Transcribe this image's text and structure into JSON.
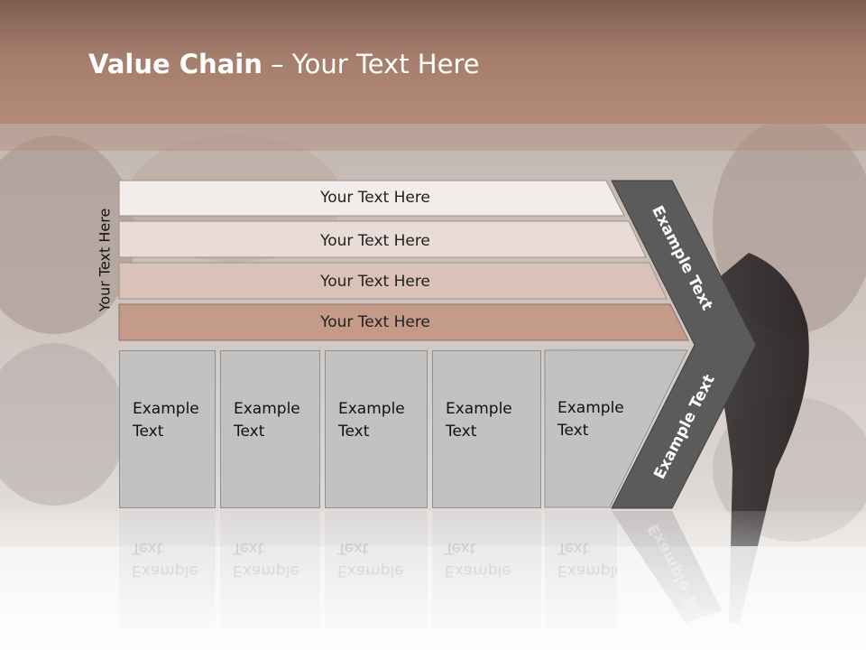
{
  "title": {
    "bold": "Value Chain",
    "rest": " – Your Text Here"
  },
  "side_label": "Your Text Here",
  "bars": [
    {
      "label": "Your Text Here"
    },
    {
      "label": "Your Text Here"
    },
    {
      "label": "Your Text Here"
    },
    {
      "label": "Your Text Here"
    }
  ],
  "boxes": [
    {
      "line1": "Example",
      "line2": "Text"
    },
    {
      "line1": "Example",
      "line2": "Text"
    },
    {
      "line1": "Example",
      "line2": "Text"
    },
    {
      "line1": "Example",
      "line2": "Text"
    },
    {
      "line1": "Example",
      "line2": "Text"
    }
  ],
  "chevron": {
    "upper": "Example Text",
    "lower": "Example Text"
  },
  "colors": {
    "header": "#a57d6c",
    "bar1": "#f2ecea",
    "bar2": "#e9dbd5",
    "bar3": "#dbc2b8",
    "bar4": "#c49a88",
    "box": "#c2c2c2",
    "chevron": "#5b5b5b"
  }
}
